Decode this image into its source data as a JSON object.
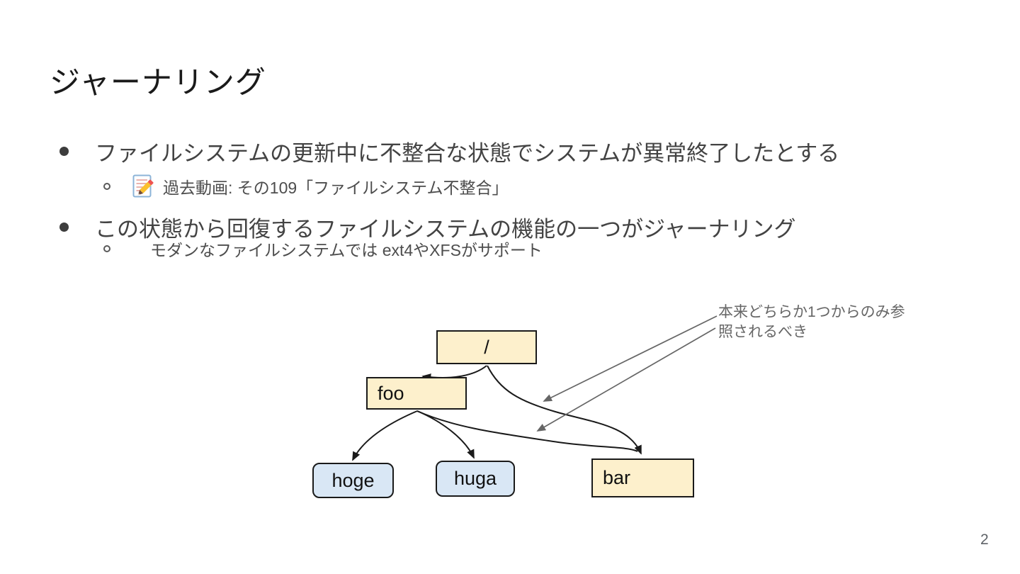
{
  "slide": {
    "title": "ジャーナリング",
    "page_number": "2",
    "bullets": {
      "b1": "ファイルシステムの更新中に不整合な状態でシステムが異常終了したとする",
      "b1_sub_icon": "memo-icon",
      "b1_sub": "過去動画: その109「ファイルシステム不整合」",
      "b2": "この状態から回復するファイルシステムの機能の一つがジャーナリング",
      "b2_sub": "モダンなファイルシステムでは ext4やXFSがサポート"
    }
  },
  "diagram": {
    "nodes": {
      "root": "/",
      "foo": "foo",
      "hoge": "hoge",
      "huga": "huga",
      "bar": "bar"
    },
    "edges": [
      "root->foo",
      "root->bar",
      "foo->hoge",
      "foo->huga",
      "foo->bar"
    ],
    "annotation_line1": "本来どちらか1つからのみ参",
    "annotation_line2": "照されるべき",
    "colors": {
      "dir_node_fill": "#fdf0cc",
      "file_node_fill": "#d9e7f5",
      "node_border": "#1a1a1a",
      "tree_arrow": "#1a1a1a",
      "callout_arrow": "#666666",
      "body_text": "#434343",
      "annotation_text": "#666666"
    }
  }
}
